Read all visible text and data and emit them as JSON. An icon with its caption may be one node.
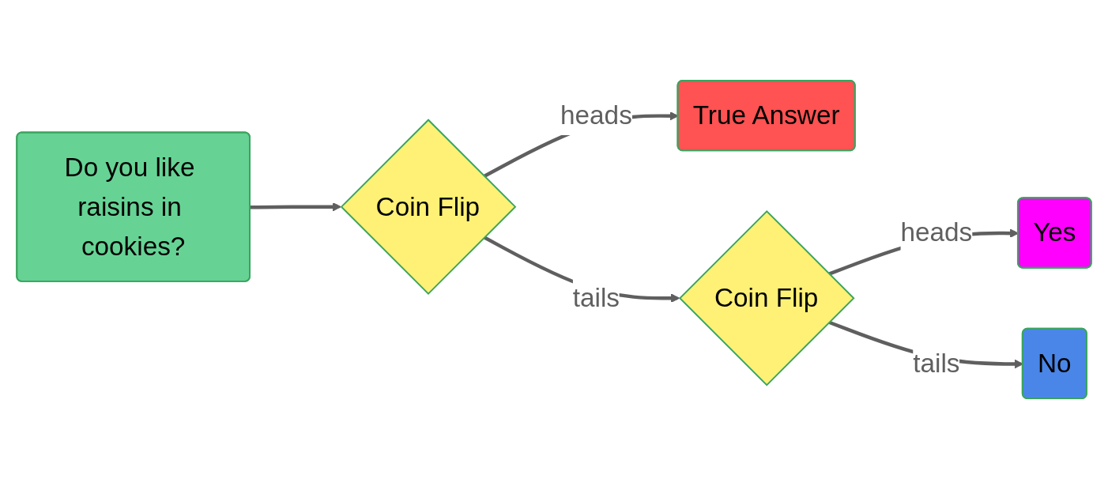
{
  "diagram": {
    "nodes": [
      {
        "text": [
          "Do you like raisins in cookies?"
        ]
      },
      {
        "text": [
          "Coin Flip"
        ]
      },
      {
        "text": [
          "True Answer"
        ]
      },
      {
        "text": [
          "Coin Flip"
        ]
      },
      {
        "text": [
          "Yes"
        ]
      },
      {
        "text": [
          "No"
        ]
      }
    ],
    "edges": [
      {
        "from": 0,
        "to": 1,
        "arrow": "to"
      },
      {
        "from": 1,
        "to": 2,
        "arrow": "to",
        "label": "heads"
      },
      {
        "from": 1,
        "to": 3,
        "arrow": "to",
        "label": "tails"
      },
      {
        "from": 3,
        "to": 4,
        "arrow": "to",
        "label": "heads"
      },
      {
        "from": 3,
        "to": 5,
        "arrow": "to",
        "label": "tails"
      }
    ]
  }
}
